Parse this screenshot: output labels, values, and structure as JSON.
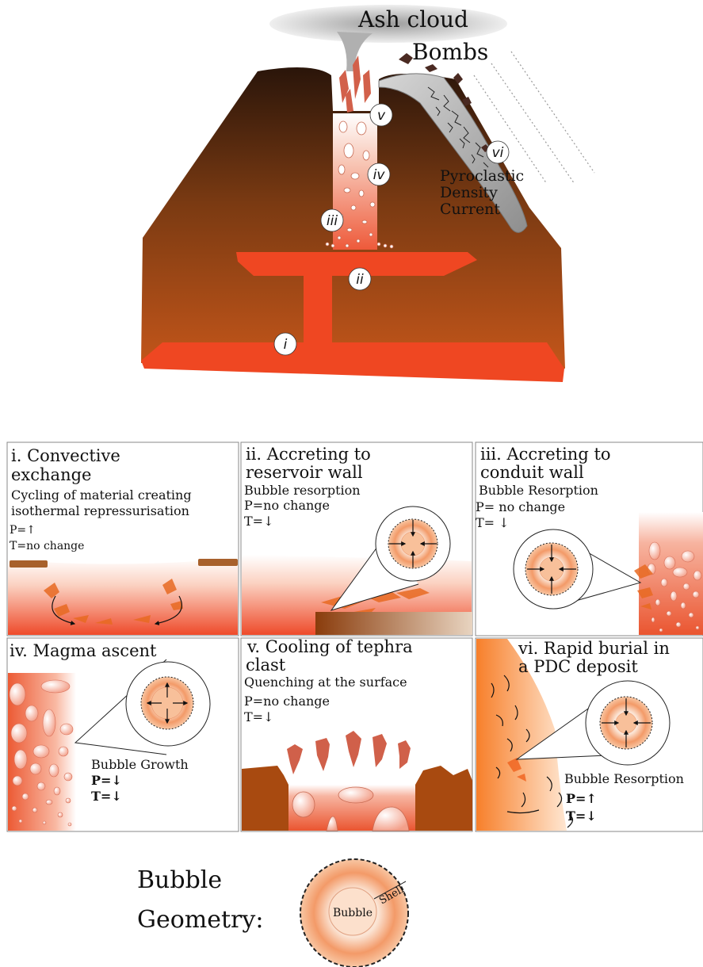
{
  "volcano": {
    "ash_cloud": "Ash cloud",
    "bombs": "Bombs",
    "pdc_line1": "Pyroclastic",
    "pdc_line2": "Density",
    "pdc_line3": "Current",
    "markers": [
      "i",
      "ii",
      "iii",
      "iv",
      "v",
      "vi"
    ]
  },
  "panels": [
    {
      "title_l1": "i. Convective",
      "title_l2": "exchange",
      "desc_l1": "Cycling of material creating",
      "desc_l2": "isothermal repressurisation",
      "p": "P=↑",
      "t": "T=no change"
    },
    {
      "title_l1": "ii. Accreting to",
      "title_l2": "reservoir wall",
      "desc_l1": "Bubble resorption",
      "p": "P=no change",
      "t": "T=↓"
    },
    {
      "title_l1": "iii. Accreting to",
      "title_l2": "conduit wall",
      "desc_l1": "Bubble Resorption",
      "p": "P= no change",
      "t": "T= ↓"
    },
    {
      "title_l1": "iv. Magma ascent",
      "desc_l1": "Bubble Growth",
      "p": "P=↓",
      "t": "T=↓"
    },
    {
      "title_l1": "v. Cooling of tephra",
      "title_l2": "clast",
      "desc_l1": "Quenching at the surface",
      "p": "P=no change",
      "t": "T=↓"
    },
    {
      "title_l1": "vi. Rapid burial in",
      "title_l2": "a PDC deposit",
      "desc_l1": "Bubble Resorption",
      "p": "P=↑",
      "t": "T=↓"
    }
  ],
  "legend": {
    "label_l1": "Bubble",
    "label_l2": "Geometry:",
    "bubble": "Bubble",
    "shell": "Shell"
  },
  "colors": {
    "lava": "#ee4420",
    "rock_dark": "#3a1c0c",
    "rock_light": "#b8520e",
    "magma_pink": "#f07a5c",
    "ash": "#bdbdbd"
  }
}
